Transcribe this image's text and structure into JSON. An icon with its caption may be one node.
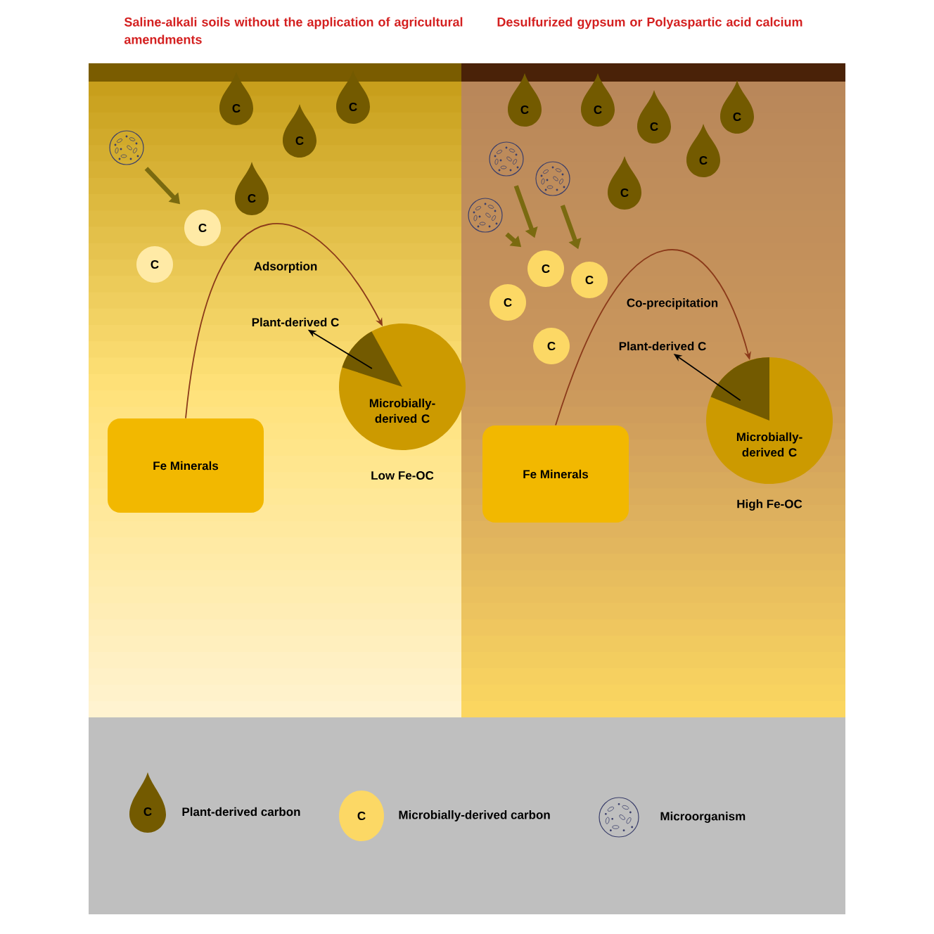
{
  "diagram": {
    "nodes": [
      {
        "text": [
          "Saline-alkali soils without the application of agricultural amendments"
        ]
      },
      {
        "text": [
          "Desulfurized gypsum or Polyaspartic acid calcium"
        ]
      },
      {
        "text": [
          "C"
        ],
        "in": 0
      },
      {
        "text": [
          "C"
        ],
        "in": 0
      },
      {
        "text": [
          "C"
        ],
        "in": 0
      },
      {
        "text": [],
        "shape": "circle",
        "in": 0
      },
      {
        "text": [
          "C"
        ],
        "in": 0
      },
      {
        "text": [
          "C"
        ],
        "in": 0
      },
      {
        "text": [
          "C"
        ],
        "in": 0
      },
      {
        "text": [
          "Plant-derived C"
        ],
        "in": 0
      },
      {
        "text": [
          "Microbially-derived C"
        ],
        "beside": [
          "Low Fe-OC"
        ],
        "in": 0
      },
      {
        "text": [
          "Fe Minerals"
        ],
        "in": 0
      },
      {
        "text": [
          "C"
        ],
        "in": 1
      },
      {
        "text": [
          "C"
        ],
        "in": 1
      },
      {
        "text": [
          "C"
        ],
        "in": 1
      },
      {
        "text": [
          "C"
        ],
        "in": 1
      },
      {
        "text": [],
        "shape": "circle",
        "in": 1
      },
      {
        "text": [
          "C"
        ],
        "in": 1
      },
      {
        "text": [],
        "shape": "circle",
        "in": 1
      },
      {
        "text": [
          "C"
        ],
        "in": 1
      },
      {
        "text": [],
        "shape": "circle",
        "in": 1
      },
      {
        "text": [
          "C"
        ],
        "in": 1
      },
      {
        "text": [
          "C"
        ],
        "in": 1
      },
      {
        "text": [
          "C"
        ],
        "in": 1
      },
      {
        "text": [
          "Plant-derived C"
        ],
        "in": 1
      },
      {
        "text": [
          "C"
        ],
        "in": 1
      },
      {
        "text": [
          "Microbially-derived C"
        ],
        "beside": [
          "High Fe-OC"
        ],
        "in": 1
      },
      {
        "text": [
          "Fe Minerals"
        ],
        "in": 1
      }
    ],
    "edges": [
      {
        "from": 11,
        "to": 10,
        "arrow": "to",
        "label": "Adsorption",
        "color": "#8b3a1a"
      },
      {
        "from": 5,
        "to": 7,
        "arrow": "to",
        "style": "thick"
      },
      {
        "from": 10,
        "to": 9,
        "arrow": "to",
        "color": "#000000"
      },
      {
        "from": 27,
        "to": 26,
        "arrow": "to",
        "label": "Co-precipitation",
        "color": "#8b3a1a"
      },
      {
        "from": 16,
        "to": 21,
        "arrow": "to",
        "style": "thick"
      },
      {
        "from": 18,
        "to": 22,
        "arrow": "to",
        "style": "thick"
      },
      {
        "from": 20,
        "to": 21,
        "arrow": "to",
        "style": "thick"
      },
      {
        "from": 26,
        "to": 24,
        "arrow": "to",
        "color": "#000000"
      }
    ],
    "labels": [
      "C",
      "C"
    ],
    "legend": [
      {
        "text": "Plant-derived carbon"
      },
      {
        "text": "Microbially-derived carbon"
      },
      {
        "text": "Microorganism"
      }
    ]
  }
}
